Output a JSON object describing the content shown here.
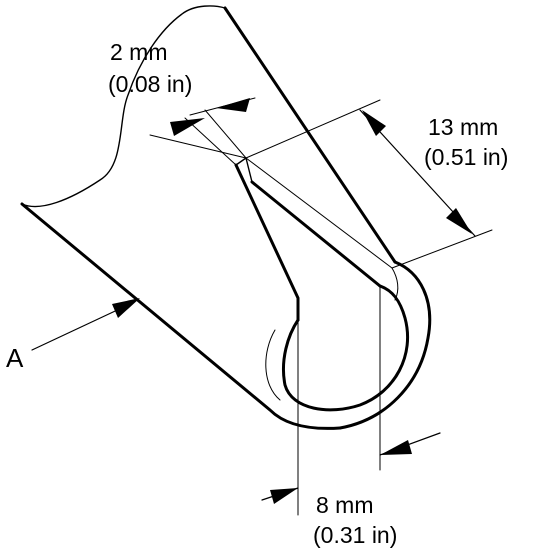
{
  "labels": {
    "part_letter": "A",
    "dim_2_mm": "2 mm",
    "dim_2_in": "(0.08 in)",
    "dim_13_mm": "13 mm",
    "dim_13_in": "(0.51 in)",
    "dim_8_mm": "8 mm",
    "dim_8_in": "(0.31 in)"
  },
  "colors": {
    "ink": "#000000",
    "paper": "#ffffff"
  }
}
